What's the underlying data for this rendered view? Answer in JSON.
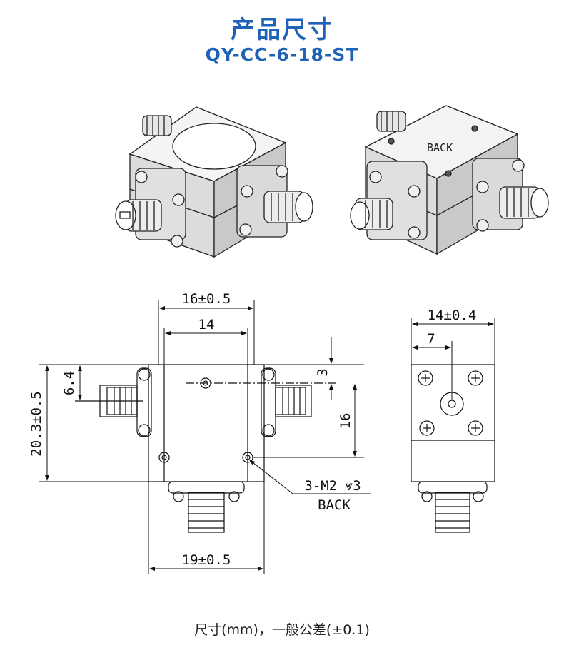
{
  "header": {
    "title": "产品尺寸",
    "model": "QY-CC-6-18-ST"
  },
  "iso_views": {
    "back_label": "BACK"
  },
  "dimensions": {
    "width_total": "16±0.5",
    "width_inner": "14",
    "height_total": "20.3±0.5",
    "port_offset": "6.4",
    "hole_offset": "3",
    "hole_spacing": "16",
    "thread_spec": "3-M2 ⩔3",
    "thread_side": "BACK",
    "body_width": "19±0.5",
    "side_width": "14±0.4",
    "side_port_offset": "7"
  },
  "footer": {
    "caption": "尺寸(mm)，一般公差(±0.1)"
  }
}
